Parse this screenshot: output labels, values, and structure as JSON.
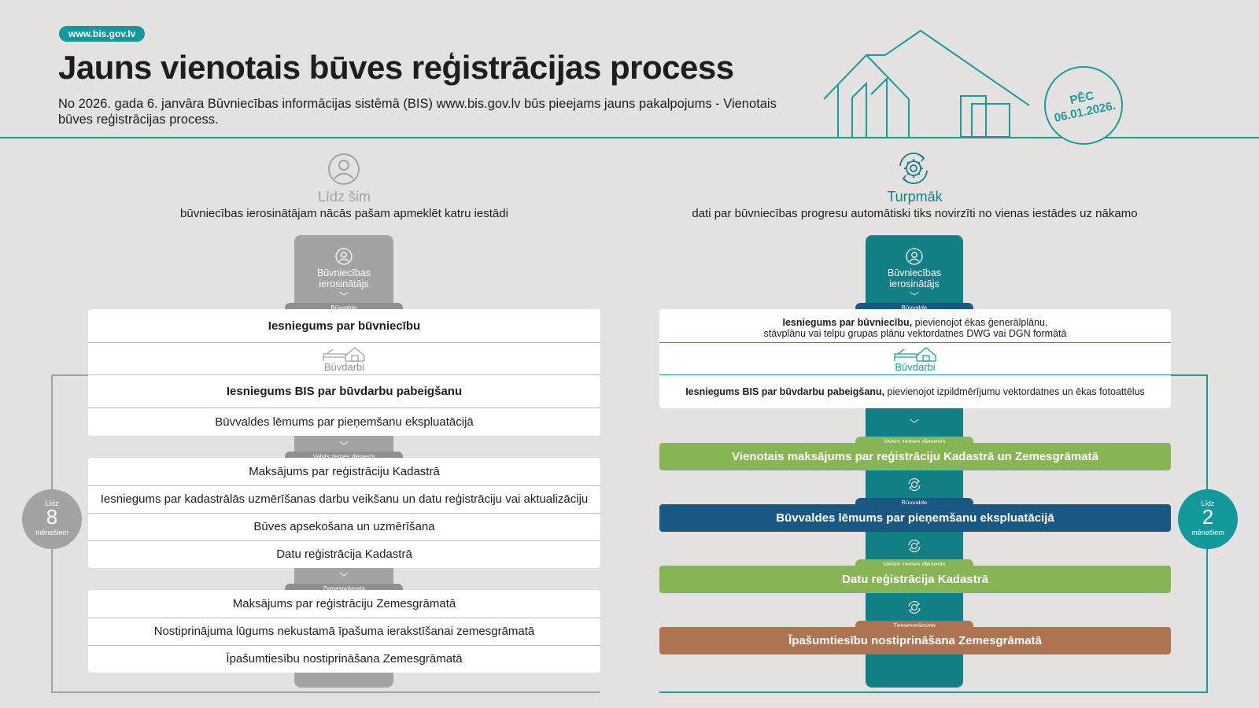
{
  "header": {
    "url": "www.bis.gov.lv",
    "title": "Jauns vienotais būves reģistrācijas process",
    "subtitle": "No 2026. gada 6. janvāra Būvniecības informācijas sistēmā (BIS) www.bis.gov.lv būs pieejams jauns pakalpojums - Vienotais būves reģistrācijas process.",
    "badge": {
      "line1": "PĒC",
      "line2": "06.01.2026."
    }
  },
  "left": {
    "heading": "Līdz šim",
    "subheading": "būvniecības ierosinātājam nācās pašam apmeklēt katru iestādi",
    "start_label": "Būvniecības ierosinātājs",
    "pill_buvvalde": "Būvvalde",
    "row_1": "Iesniegums par būvniecību",
    "buvdarbi": "Būvdarbi",
    "row_2": "Iesniegums BIS par būvdarbu pabeigšanu",
    "row_3": "Būvvaldes lēmums par pieņemšanu ekspluatācijā",
    "pill_vzd": "Valsts zemes dienests",
    "vzd_rows": [
      "Maksājums par reģistrāciju Kadastrā",
      "Iesniegums par kadastrālās uzmērīšanas darbu veikšanu un datu reģistrāciju vai aktualizāciju",
      "Būves apsekošana un uzmērīšana",
      "Datu reģistrācija Kadastrā"
    ],
    "pill_zg": "Zemesgrāmata",
    "zg_rows": [
      "Maksājums par reģistrāciju Zemesgrāmatā",
      "Nostiprinājuma lūgums nekustamā īpašuma ierakstīšanai zemesgrāmatā",
      "Īpašumtiesību nostiprināšana Zemesgrāmatā"
    ],
    "duration": {
      "pre": "Līdz",
      "num": "8",
      "post": "mēnešiem"
    }
  },
  "right": {
    "heading": "Turpmāk",
    "subheading": "dati par būvniecības progresu automātiski tiks novirzīti no vienas iestādes uz nākamo",
    "start_label": "Būvniecības ierosinātājs",
    "pill_buvvalde": "Būvvalde",
    "row_1_bold": "Iesniegums par būvniecību,",
    "row_1_rest": " pievienojot ēkas ģenerālplānu,",
    "row_1_line2": "stāvplānu vai telpu grupas plānu vektordatnes DWG vai DGN formātā",
    "buvdarbi": "Būvdarbi",
    "row_2_bold": "Iesniegums BIS par būvdarbu pabeigšanu,",
    "row_2_rest": " pievienojot izpildmērījumu vektordatnes un ēkas fotoattēlus",
    "steps": [
      {
        "pill": "Valsts zemes dienests",
        "label": "Vienotais maksājums par reģistrāciju Kadastrā un Zemesgrāmatā",
        "color": "#88b554"
      },
      {
        "pill": "Būvvalde",
        "label": "Būvvaldes lēmums par pieņemšanu ekspluatācijā",
        "color": "#195883"
      },
      {
        "pill": "Valsts zemes dienests",
        "label": "Datu reģistrācija Kadastrā",
        "color": "#88b554"
      },
      {
        "pill": "Zemesgrāmata",
        "label": "Īpašumtiesību nostiprināšana Zemesgrāmatā",
        "color": "#ae7350"
      }
    ],
    "duration": {
      "pre": "Līdz",
      "num": "2",
      "post": "mēnešiem"
    }
  },
  "colors": {
    "teal": "#1c9a9e",
    "teal_dark": "#127f85",
    "navy": "#195883",
    "gray": "#a3a3a3",
    "gray_pill": "#8f8f8f",
    "green": "#88b554",
    "brown": "#ae7350"
  }
}
